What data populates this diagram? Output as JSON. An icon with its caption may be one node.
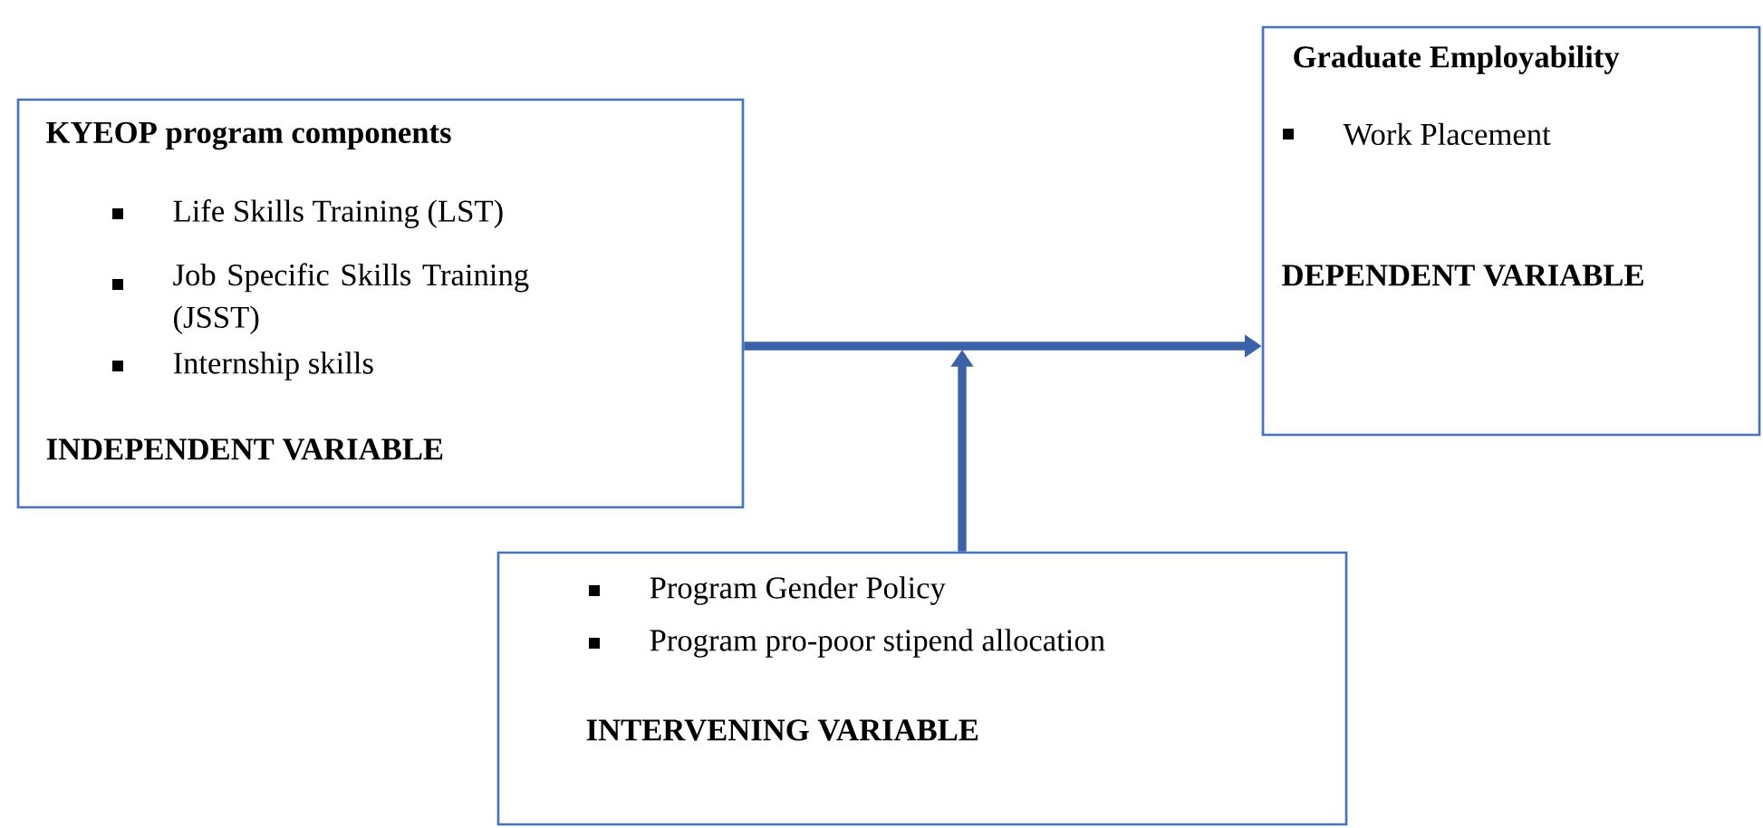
{
  "diagram": {
    "nodes": [
      {
        "text": [
          "KYEOP program components",
          "Life Skills Training (LST)",
          "Job Specific Skills Training (JSST)",
          "Internship skills",
          "INDEPENDENT VARIABLE"
        ]
      },
      {
        "text": [
          "Graduate   Employability",
          "Work Placement",
          "DEPENDENT VARIABLE"
        ]
      },
      {
        "text": [
          "Program Gender Policy",
          "Program pro-poor stipend allocation",
          "INTERVENING VARIABLE"
        ]
      }
    ],
    "edges": [
      {
        "from": 0,
        "to": 1,
        "arrow": "to"
      },
      {
        "from": 2,
        "to": null,
        "arrow": "to"
      }
    ]
  }
}
